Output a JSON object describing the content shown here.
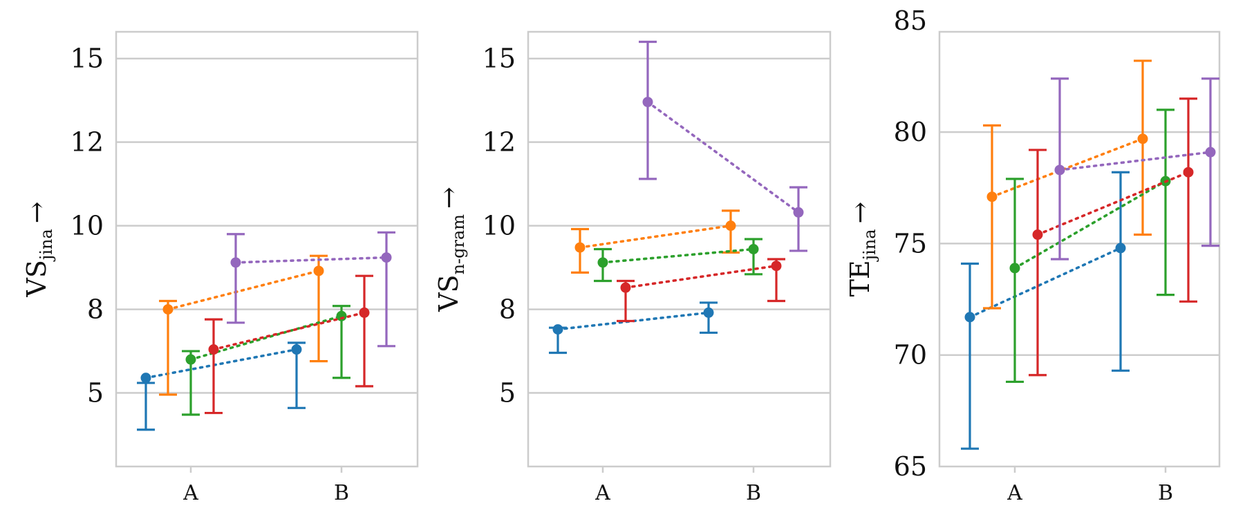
{
  "chart_data": [
    {
      "type": "errorbar",
      "ylabel": {
        "main": "VS",
        "sub": "jina",
        "arrow": "→"
      },
      "ylim": [
        2.8,
        15.8
      ],
      "yticks": [
        {
          "v": 5,
          "label": "5"
        },
        {
          "v": 7.5,
          "label": "8"
        },
        {
          "v": 10,
          "label": "10"
        },
        {
          "v": 12.5,
          "label": "12"
        },
        {
          "v": 15,
          "label": "15"
        }
      ],
      "categories": [
        "A",
        "B"
      ],
      "grid": "horizontal",
      "series": [
        {
          "color": "#1f77b4",
          "values": [
            5.45,
            6.3
          ],
          "lower": [
            3.9,
            4.55
          ],
          "upper": [
            5.3,
            6.5
          ]
        },
        {
          "color": "#ff7f0e",
          "values": [
            7.5,
            8.65
          ],
          "lower": [
            4.95,
            5.95
          ],
          "upper": [
            7.75,
            9.1
          ]
        },
        {
          "color": "#2ca02c",
          "values": [
            6.0,
            7.3
          ],
          "lower": [
            4.35,
            5.45
          ],
          "upper": [
            6.25,
            7.6
          ]
        },
        {
          "color": "#d62728",
          "values": [
            6.3,
            7.4
          ],
          "lower": [
            4.4,
            5.2
          ],
          "upper": [
            7.2,
            8.5
          ]
        },
        {
          "color": "#9467bd",
          "values": [
            8.9,
            9.05
          ],
          "lower": [
            7.1,
            6.4
          ],
          "upper": [
            9.75,
            9.8
          ]
        }
      ]
    },
    {
      "type": "errorbar",
      "ylabel": {
        "main": "VS",
        "sub": "n-gram",
        "arrow": "→"
      },
      "ylim": [
        2.8,
        15.8
      ],
      "yticks": [
        {
          "v": 5,
          "label": "5"
        },
        {
          "v": 7.5,
          "label": "8"
        },
        {
          "v": 10,
          "label": "10"
        },
        {
          "v": 12.5,
          "label": "12"
        },
        {
          "v": 15,
          "label": "15"
        }
      ],
      "categories": [
        "A",
        "B"
      ],
      "grid": "horizontal",
      "series": [
        {
          "color": "#1f77b4",
          "values": [
            6.9,
            7.4
          ],
          "lower": [
            6.2,
            6.8
          ],
          "upper": [
            6.95,
            7.7
          ]
        },
        {
          "color": "#ff7f0e",
          "values": [
            9.35,
            10.0
          ],
          "lower": [
            8.6,
            9.2
          ],
          "upper": [
            9.9,
            10.45
          ]
        },
        {
          "color": "#2ca02c",
          "values": [
            8.9,
            9.3
          ],
          "lower": [
            8.35,
            8.55
          ],
          "upper": [
            9.3,
            9.6
          ]
        },
        {
          "color": "#d62728",
          "values": [
            8.15,
            8.8
          ],
          "lower": [
            7.15,
            7.75
          ],
          "upper": [
            8.35,
            9.0
          ]
        },
        {
          "color": "#9467bd",
          "values": [
            13.7,
            10.4
          ],
          "lower": [
            11.4,
            9.25
          ],
          "upper": [
            15.5,
            11.15
          ]
        }
      ]
    },
    {
      "type": "errorbar",
      "ylabel": {
        "main": "TE",
        "sub": "jina",
        "arrow": "→"
      },
      "ylim": [
        65,
        84.5
      ],
      "yticks": [
        {
          "v": 65,
          "label": "65"
        },
        {
          "v": 70,
          "label": "70"
        },
        {
          "v": 75,
          "label": "75"
        },
        {
          "v": 80,
          "label": "80"
        },
        {
          "v": 85,
          "label": "85"
        }
      ],
      "categories": [
        "A",
        "B"
      ],
      "grid": "horizontal",
      "series": [
        {
          "color": "#1f77b4",
          "values": [
            71.7,
            74.8
          ],
          "lower": [
            65.8,
            69.3
          ],
          "upper": [
            74.1,
            78.2
          ]
        },
        {
          "color": "#ff7f0e",
          "values": [
            77.1,
            79.7
          ],
          "lower": [
            72.1,
            75.4
          ],
          "upper": [
            80.3,
            83.2
          ]
        },
        {
          "color": "#2ca02c",
          "values": [
            73.9,
            77.8
          ],
          "lower": [
            68.8,
            72.7
          ],
          "upper": [
            77.9,
            81.0
          ]
        },
        {
          "color": "#d62728",
          "values": [
            75.4,
            78.2
          ],
          "lower": [
            69.1,
            72.4
          ],
          "upper": [
            79.2,
            81.5
          ]
        },
        {
          "color": "#9467bd",
          "values": [
            78.3,
            79.1
          ],
          "lower": [
            74.3,
            74.9
          ],
          "upper": [
            82.4,
            82.4
          ]
        }
      ]
    }
  ]
}
